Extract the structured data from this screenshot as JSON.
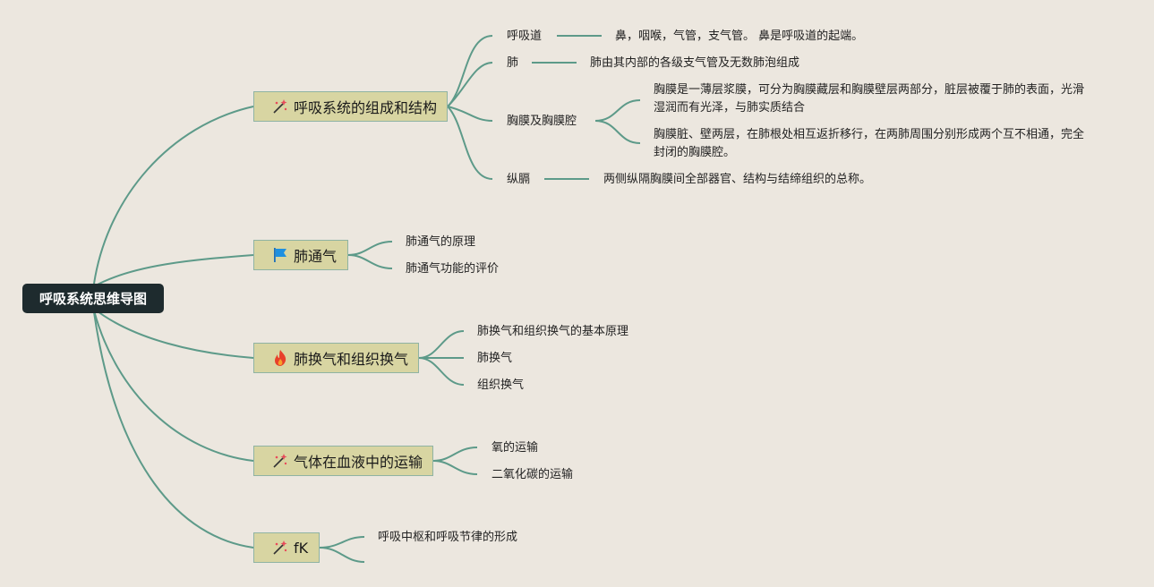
{
  "root": "呼吸系统思维导图",
  "topics": [
    {
      "label": "呼吸系统的组成和结构",
      "icon": "sparkle-wand-icon",
      "children": [
        {
          "label": "呼吸道",
          "detail": "鼻，咽喉，气管，支气管。 鼻是呼吸道的起端。"
        },
        {
          "label": "肺",
          "detail": "肺由其内部的各级支气管及无数肺泡组成"
        },
        {
          "label": "胸膜及胸膜腔",
          "details": [
            "胸膜是一薄层浆膜，可分为胸膜藏层和胸膜壁层两部分，脏层被覆于肺的表面，光滑湿润而有光泽，与肺实质结合",
            "胸膜脏、壁两层，在肺根处相互返折移行，在两肺周围分别形成两个互不相通，完全封闭的胸膜腔。"
          ]
        },
        {
          "label": "纵膈",
          "detail": "两侧纵隔胸膜间全部器官、结构与结缔组织的总称。"
        }
      ]
    },
    {
      "label": "肺通气",
      "icon": "flag-icon",
      "children": [
        "肺通气的原理",
        "肺通气功能的评价"
      ]
    },
    {
      "label": "肺换气和组织换气",
      "icon": "fire-icon",
      "children": [
        "肺换气和组织换气的基本原理",
        "肺换气",
        "组织换气"
      ]
    },
    {
      "label": "气体在血液中的运输",
      "icon": "sparkle-wand-icon",
      "children": [
        "氧的运输",
        "二氧化碳的运输"
      ]
    },
    {
      "label": "fK",
      "icon": "sparkle-wand-icon",
      "children": [
        "呼吸中枢和呼吸节律的形成",
        ""
      ]
    }
  ],
  "colors": {
    "background": "#ECE7DF",
    "root": "#1E2B2E",
    "topic": "#D8D5A2",
    "link": "#5D9A89"
  }
}
